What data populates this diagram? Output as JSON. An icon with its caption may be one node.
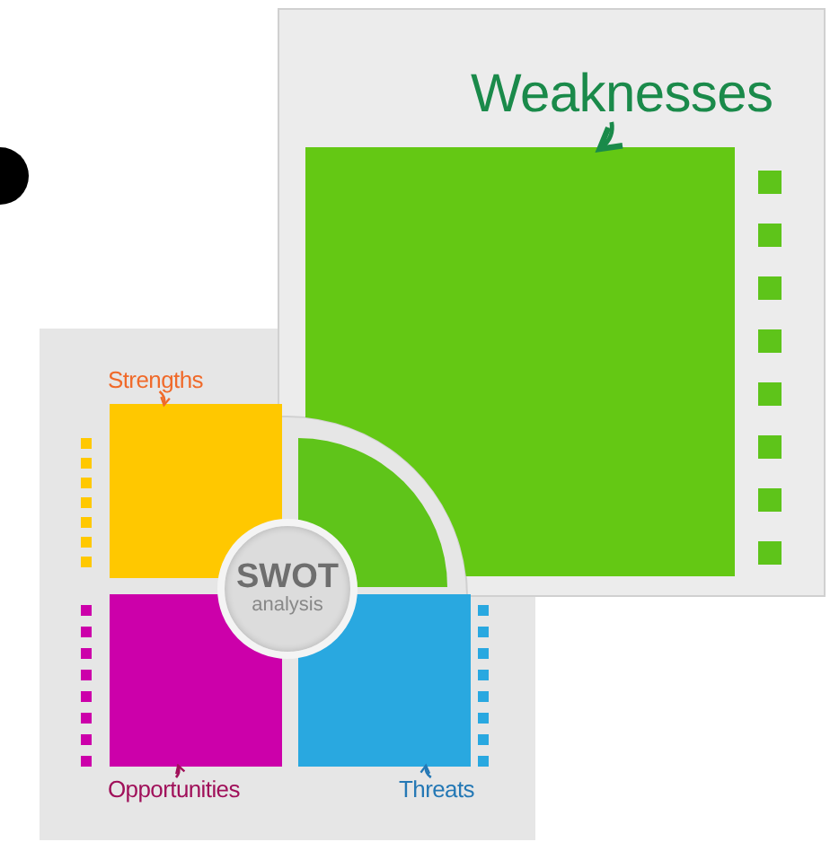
{
  "diagram": {
    "nodes": [
      {
        "text": [
          "Strengths"
        ]
      },
      {
        "text": [],
        "shape": "box"
      },
      {
        "text": [
          "Weaknesses"
        ]
      },
      {
        "text": [],
        "shape": "box"
      },
      {
        "text": [
          "SWOT",
          "analysis"
        ]
      },
      {
        "text": [
          "Opportunities"
        ]
      },
      {
        "text": [],
        "shape": "box"
      },
      {
        "text": [
          "Threats"
        ]
      },
      {
        "text": [],
        "shape": "box"
      }
    ],
    "edges": [
      {
        "from": 0,
        "to": 1,
        "arrow": "to",
        "color": "#f06a2a"
      },
      {
        "from": 2,
        "to": 3,
        "arrow": "to",
        "color": "#1a8a4a"
      },
      {
        "from": 5,
        "to": 6,
        "arrow": "to",
        "color": "#a0105a"
      },
      {
        "from": 7,
        "to": 8,
        "arrow": "to",
        "color": "#2478b5"
      }
    ]
  }
}
